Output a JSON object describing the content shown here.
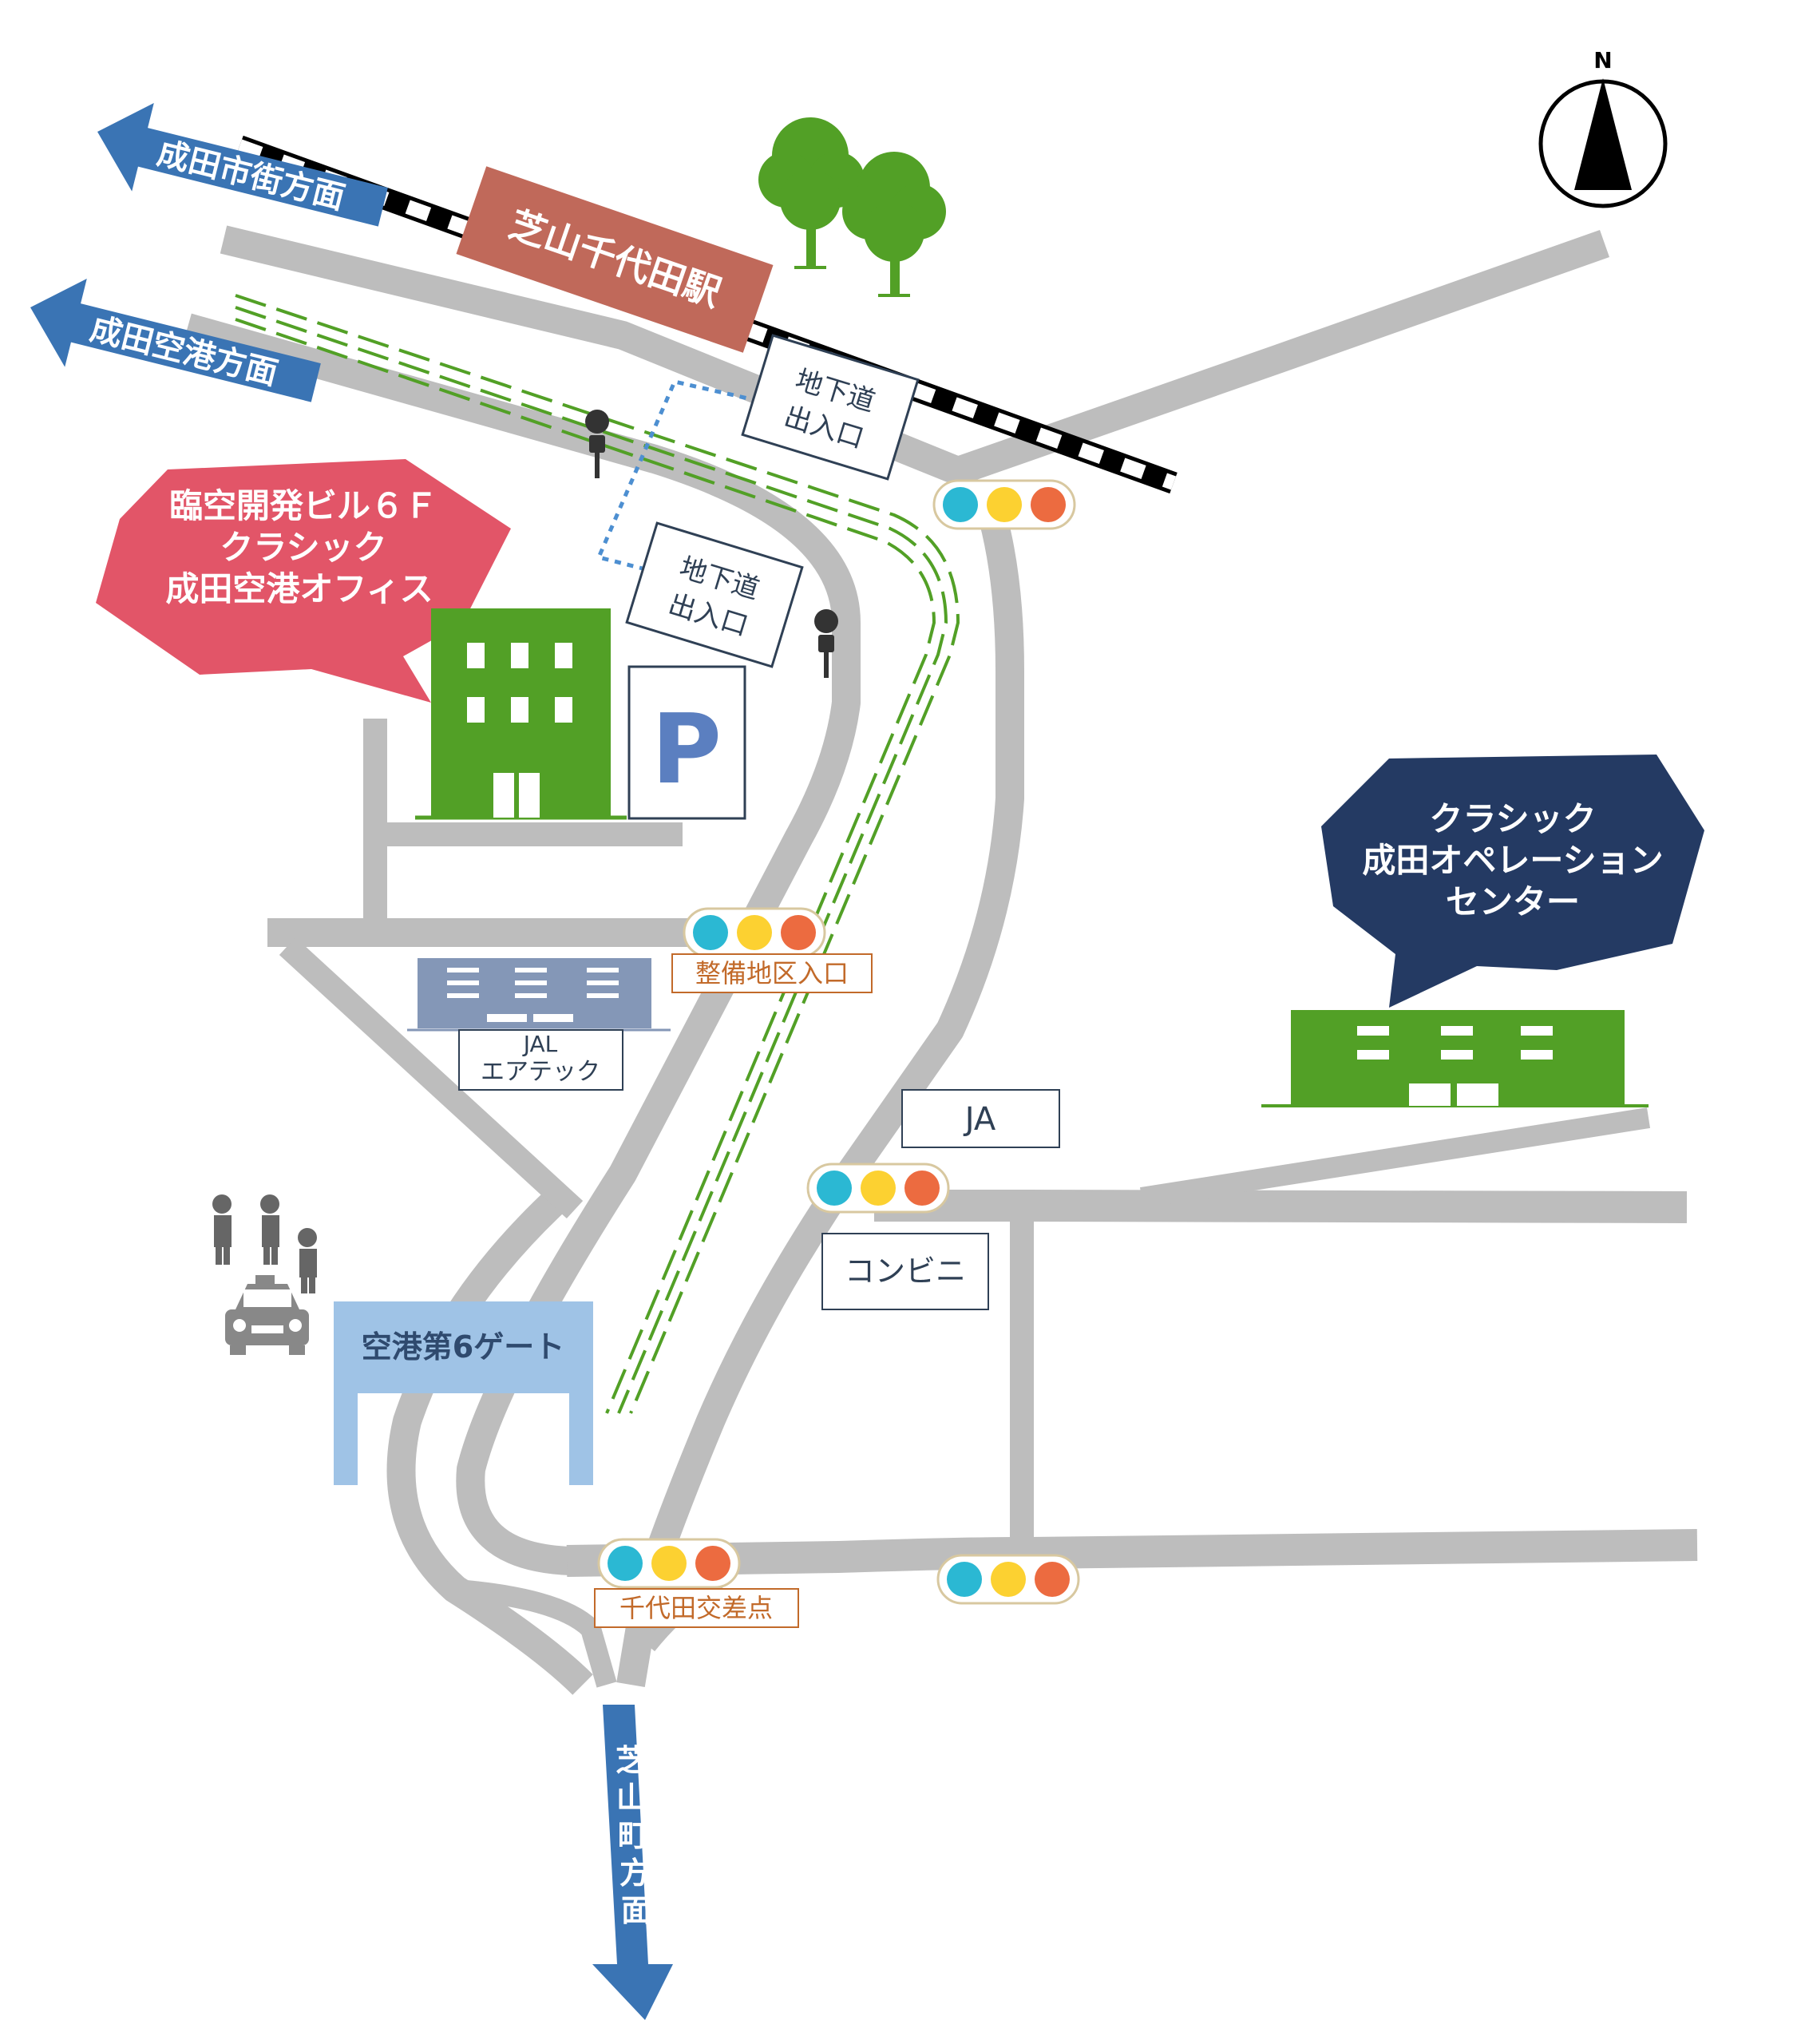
{
  "compass": {
    "label": "N"
  },
  "arrows": {
    "city": "成田市街方面",
    "airport": "成田空港方面",
    "shibayama": [
      "芝",
      "山",
      "町",
      "方",
      "面"
    ]
  },
  "station": {
    "name": "芝山千代田駅"
  },
  "underpass": [
    {
      "line1": "地下道",
      "line2": "出入口"
    },
    {
      "line1": "地下道",
      "line2": "出入口"
    }
  ],
  "office": {
    "callout": [
      "臨空開発ビル６Ｆ",
      "クラシック",
      "成田空港オフィス"
    ],
    "parking": "P"
  },
  "jal": {
    "line1": "JAL",
    "line2": "エアテック"
  },
  "ja": {
    "label": "JA"
  },
  "convenience": {
    "label": "コンビニ"
  },
  "gate": {
    "label": "空港第6ゲート"
  },
  "ops_center": {
    "callout": [
      "クラシック",
      "成田オペレーション",
      "センター"
    ]
  },
  "intersections": {
    "seibi": "整備地区入口",
    "chiyoda": "千代田交差点"
  },
  "colors": {
    "road": "#bdbdbd",
    "arrow": "#3a74b4",
    "station": "#c0695a",
    "office_callout": "#e25568",
    "ops_callout": "#243a63",
    "building": "#52a026",
    "jal_building": "#8497b7",
    "gate": "#9fc3e6",
    "parking_letter": "#5b7fc0",
    "signal_blue": "#2bb8d3",
    "signal_yellow": "#fcd131",
    "signal_red": "#ec6b40",
    "intersection_text": "#c26a2a"
  }
}
